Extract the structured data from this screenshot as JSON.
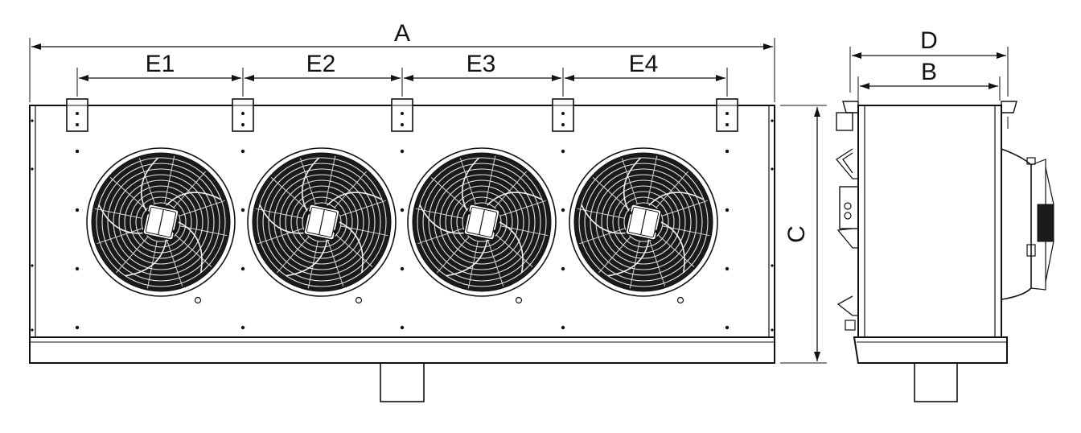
{
  "dimensions": {
    "A": "A",
    "B": "B",
    "C": "C",
    "D": "D",
    "E1": "E1",
    "E2": "E2",
    "E3": "E3",
    "E4": "E4"
  },
  "fan_count": 4,
  "colors": {
    "line": "#111111",
    "fan_fill": "#1a1a1a",
    "background": "#ffffff"
  }
}
